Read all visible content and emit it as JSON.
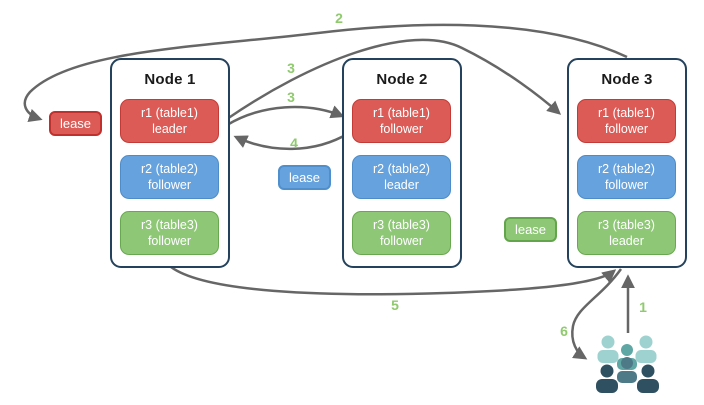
{
  "nodes": [
    {
      "title": "Node 1",
      "replicas": [
        {
          "label": "r1 (table1)",
          "role": "leader",
          "color": "red"
        },
        {
          "label": "r2 (table2)",
          "role": "follower",
          "color": "blue"
        },
        {
          "label": "r3 (table3)",
          "role": "follower",
          "color": "green"
        }
      ]
    },
    {
      "title": "Node 2",
      "replicas": [
        {
          "label": "r1 (table1)",
          "role": "follower",
          "color": "red"
        },
        {
          "label": "r2 (table2)",
          "role": "leader",
          "color": "blue"
        },
        {
          "label": "r3 (table3)",
          "role": "follower",
          "color": "green"
        }
      ]
    },
    {
      "title": "Node 3",
      "replicas": [
        {
          "label": "r1 (table1)",
          "role": "follower",
          "color": "red"
        },
        {
          "label": "r2 (table2)",
          "role": "follower",
          "color": "blue"
        },
        {
          "label": "r3 (table3)",
          "role": "leader",
          "color": "green"
        }
      ]
    }
  ],
  "leases": [
    {
      "label": "lease",
      "color": "#DC5B56"
    },
    {
      "label": "lease",
      "color": "#66A2DD"
    },
    {
      "label": "lease",
      "color": "#8EC877"
    }
  ],
  "step_labels": [
    {
      "text": "2"
    },
    {
      "text": "3"
    },
    {
      "text": "3"
    },
    {
      "text": "4"
    },
    {
      "text": "5"
    },
    {
      "text": "6"
    },
    {
      "text": "1"
    }
  ],
  "icons": {
    "users": "users-icon"
  },
  "colors": {
    "node_border": "#24425C",
    "red_fill": "#DC5B56",
    "red_border": "#C43A36",
    "blue_fill": "#66A2DD",
    "blue_border": "#4D8CC8",
    "green_fill": "#8EC877",
    "green_border": "#68A84F",
    "arrow": "#666666",
    "step_label": "#8FCA6E",
    "users_light": "#9ED2D0",
    "users_mid": "#5FA7A5",
    "users_middark": "#4E7A88",
    "users_dark": "#2E5060"
  }
}
